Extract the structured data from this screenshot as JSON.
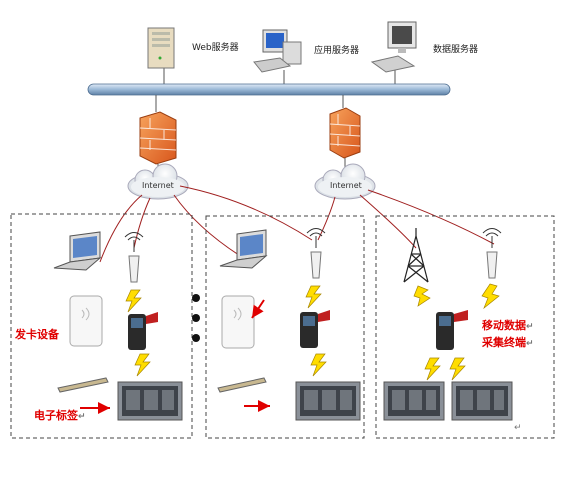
{
  "servers": [
    {
      "label": "Web服务器",
      "icon": "tower-server-icon"
    },
    {
      "label": "应用服务器",
      "icon": "workstation-icon"
    },
    {
      "label": "数据服务器",
      "icon": "desktop-server-icon"
    }
  ],
  "internet": {
    "left": "Internet",
    "right": "Internet"
  },
  "labels": {
    "card_device": "发卡设备",
    "electronic_tag": "电子标签",
    "mobile_terminal_line1": "移动数据",
    "mobile_terminal_line2": "采集终端",
    "return_mark": "↵"
  },
  "icons": [
    "firewall-icon",
    "cloud-icon",
    "laptop-icon",
    "antenna-reader-icon",
    "cell-tower-icon",
    "card-issuer-icon",
    "handheld-terminal-icon",
    "rfid-tag-icon",
    "machine-photo-icon",
    "lightning-icon",
    "arrow-icon"
  ],
  "colors": {
    "backbone": "#8fb0d0",
    "firewall": "#e87030",
    "wan_link": "#a02020",
    "lightning": "#ffdd00",
    "label_red": "#e00000",
    "arrow": "#e00000"
  }
}
